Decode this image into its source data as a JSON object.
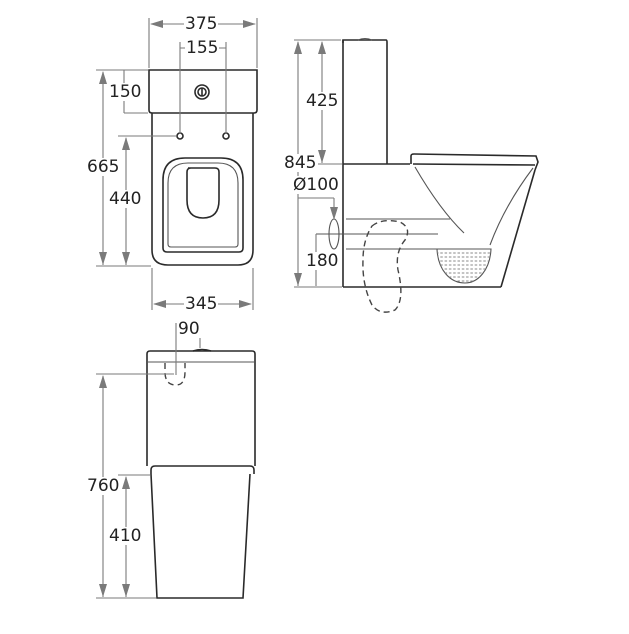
{
  "drawing": {
    "stroke_color": "#2a2a2a",
    "dimension_color": "#7a7a7a",
    "background": "#ffffff"
  },
  "top_view": {
    "overall_width": "375",
    "button_offset": "155",
    "tank_depth": "150",
    "overall_depth": "665",
    "bowl_length": "440",
    "bowl_width": "345"
  },
  "side_view": {
    "tank_height": "425",
    "overall_height": "845",
    "outlet_diameter": "Ø100",
    "outlet_height": "180"
  },
  "front_view": {
    "inlet_offset": "90",
    "inlet_height": "760",
    "seat_height": "410"
  }
}
